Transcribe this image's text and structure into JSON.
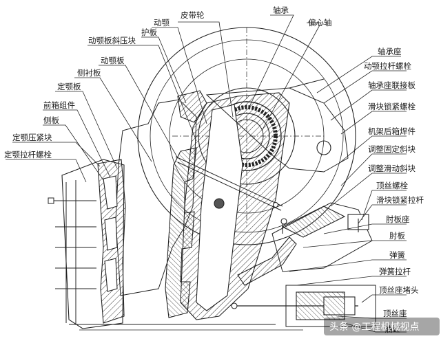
{
  "labels": {
    "pulley": "皮带轮",
    "bearing": "轴承",
    "eccentric_shaft": "偏心轴",
    "movable_jaw": "动颚",
    "guard_plate": "护板",
    "movable_jaw_wedge": "动颚板斜压块",
    "movable_jaw_plate": "动颚板",
    "side_liner": "侧衬板",
    "fixed_jaw_plate": "定颚板",
    "front_box_assembly": "前箱组件",
    "side_plate": "侧板",
    "fixed_jaw_wedge": "定颚压紧块",
    "fixed_jaw_tie_bolt": "定颚拉杆螺栓",
    "bearing_seat": "轴承座",
    "movable_jaw_tie_bolt": "动颚拉杆螺栓",
    "bearing_seat_connector": "轴承座联接板",
    "slider_lock_bolt": "滑块锁紧螺栓",
    "frame_rear_box": "机架后箱焊件",
    "adjust_fixed_wedge": "调整固定斜块",
    "adjust_sliding_wedge": "调整滑动斜块",
    "jack_bolt": "顶丝螺栓",
    "slider_lock_rod": "滑块锁紧拉杆",
    "toggle_seat": "肘板座",
    "toggle_plate": "肘板",
    "spring": "弹簧",
    "spring_rod": "弹簧拉杆",
    "jack_seat_plug": "顶丝座堵头",
    "jack_seat": "顶丝座",
    "oil_cylinder": "油缸"
  },
  "watermark": "头条 @工程机械视点"
}
